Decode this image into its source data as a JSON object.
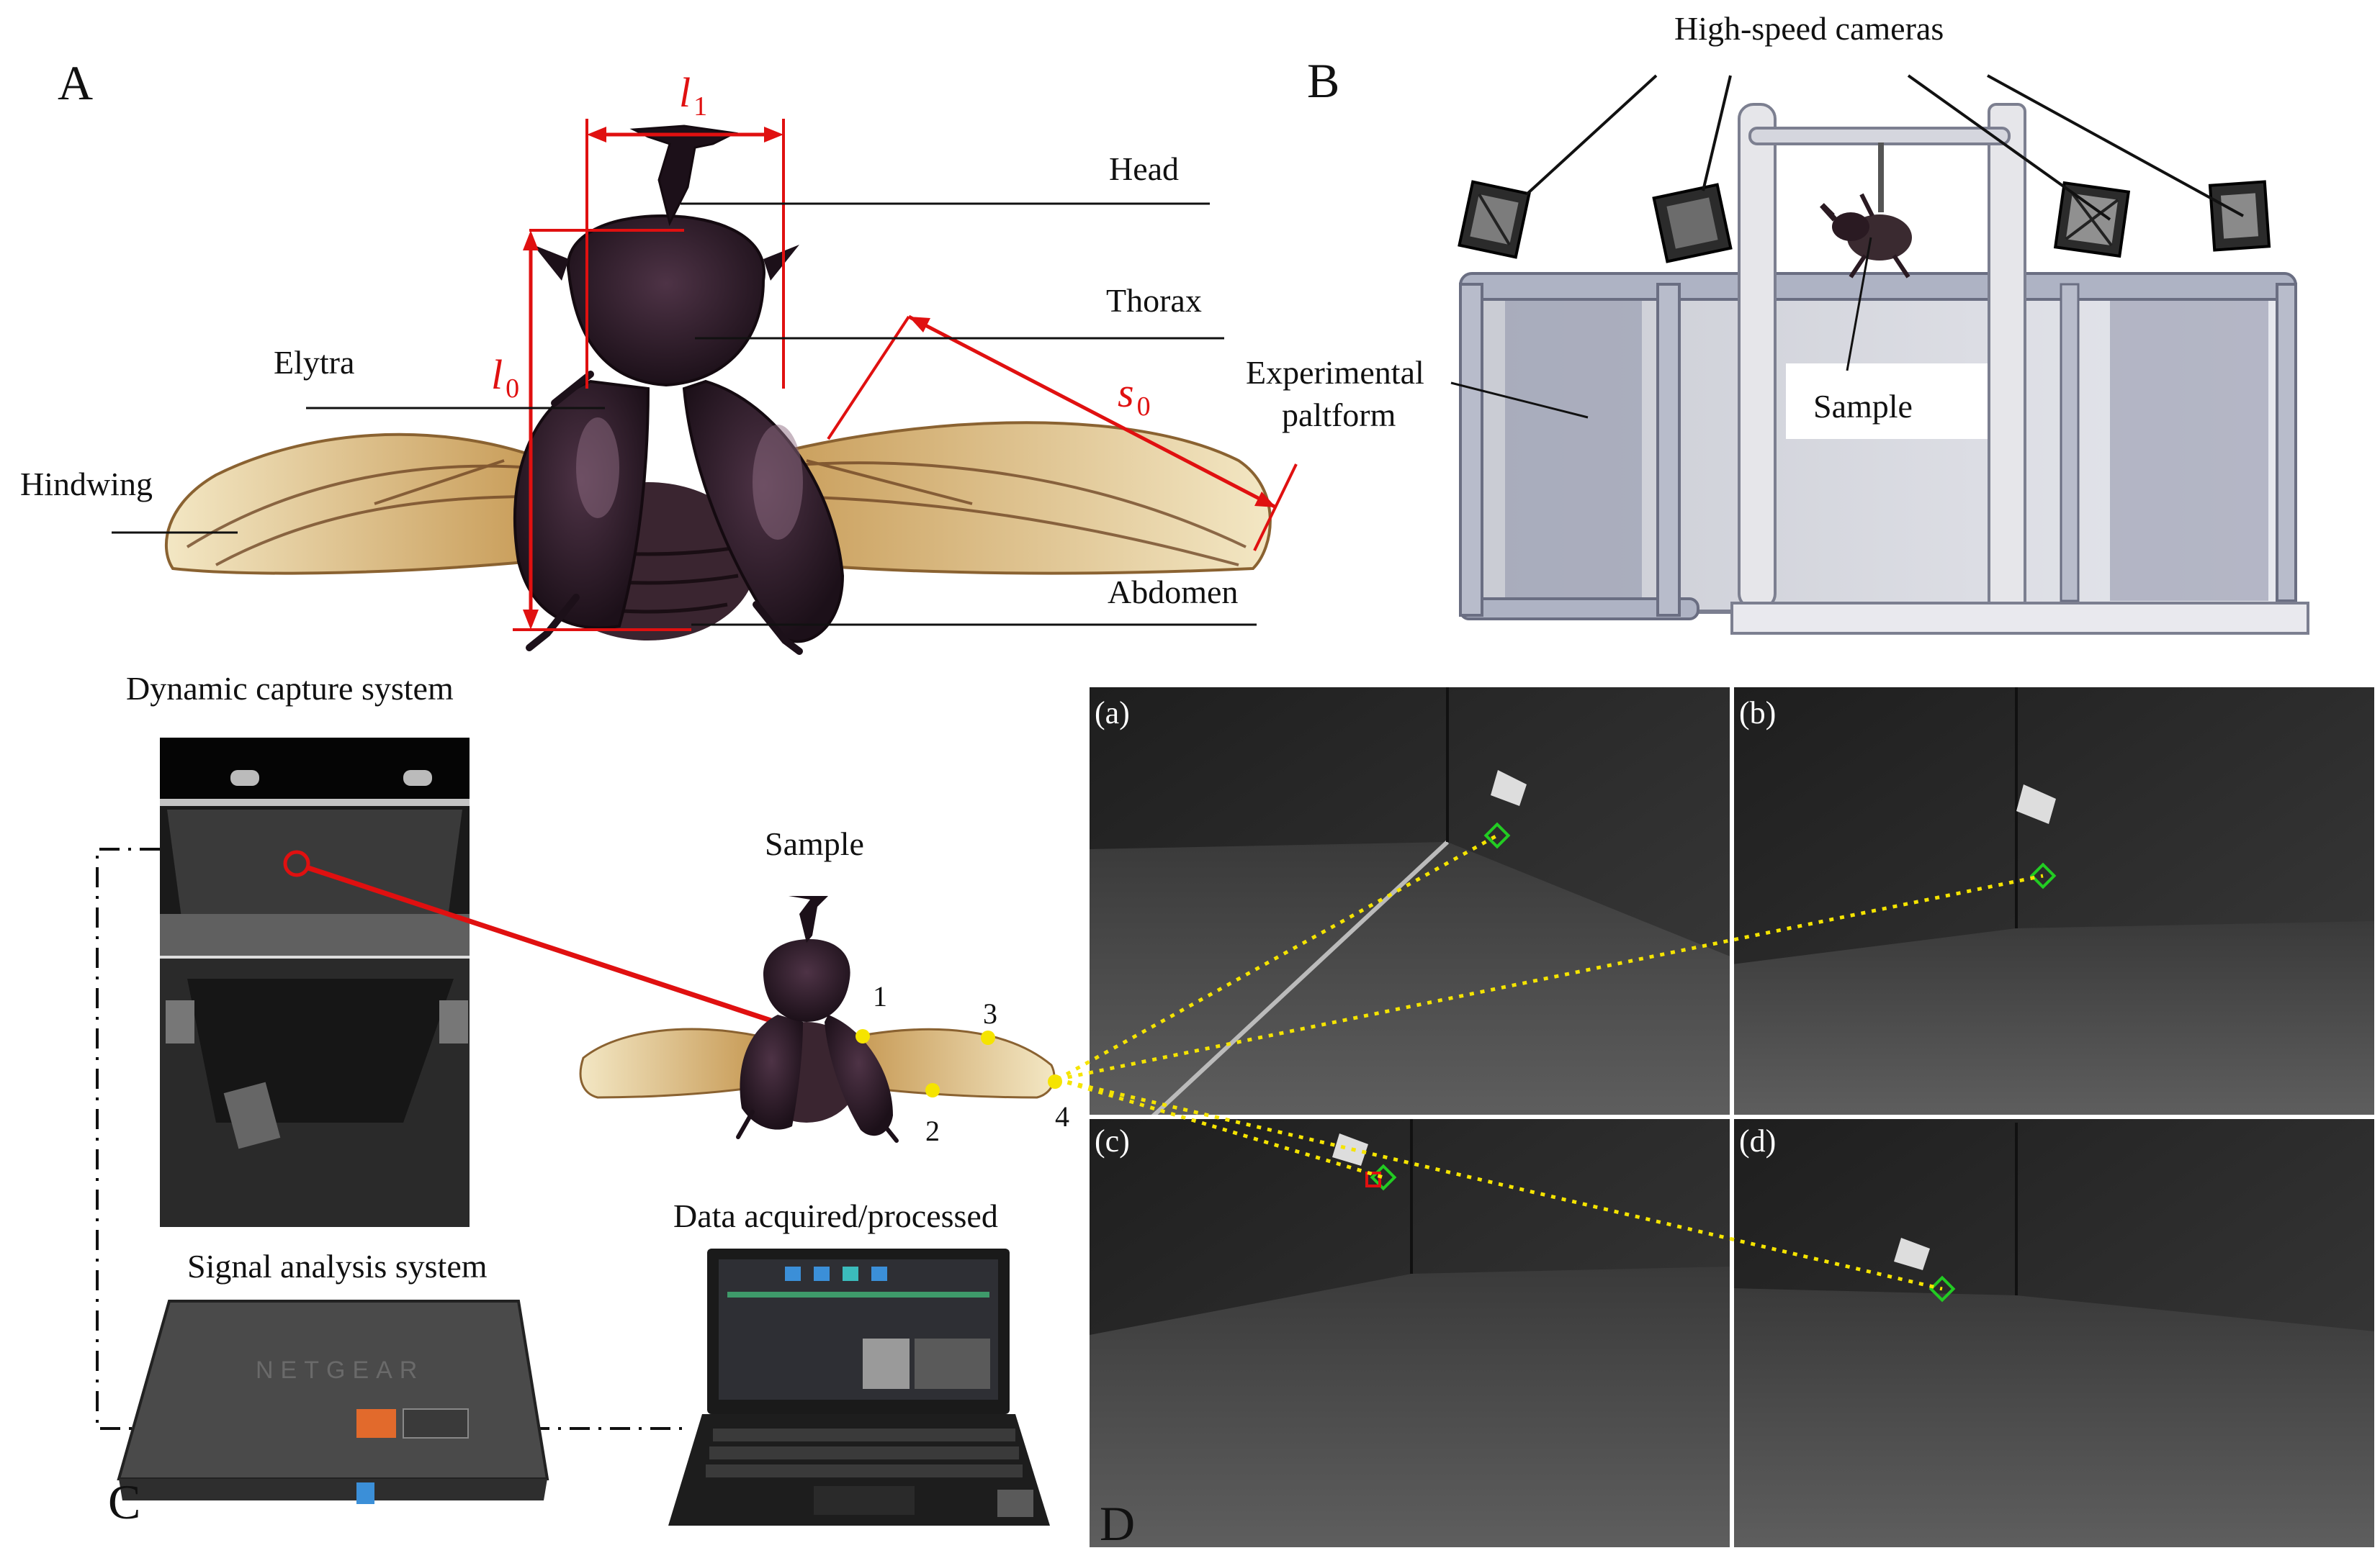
{
  "panels": {
    "a": "A",
    "b": "B",
    "c": "C",
    "d": "D"
  },
  "beetle_parts": {
    "head": "Head",
    "thorax": "Thorax",
    "elytra": "Elytra",
    "hindwing": "Hindwing",
    "abdomen": "Abdomen"
  },
  "dimensions": {
    "l1": {
      "symbol": "l",
      "sub": "1"
    },
    "l0": {
      "symbol": "l",
      "sub": "0"
    },
    "s0": {
      "symbol": "s",
      "sub": "0"
    }
  },
  "setup": {
    "cameras": "High-speed cameras",
    "platform_line1": "Experimental",
    "platform_line2": "paltform",
    "sample": "Sample"
  },
  "capture": {
    "dynamic_capture": "Dynamic capture system",
    "sample": "Sample",
    "signal_analysis": "Signal analysis system",
    "data": "Data acquired/processed",
    "router_brand": "NETGEAR",
    "markers": [
      "1",
      "2",
      "3",
      "4"
    ]
  },
  "views": [
    "(a)",
    "(b)",
    "(c)",
    "(d)"
  ],
  "colors": {
    "dimension": "#e01010",
    "marker": "#f5e400",
    "tracker": "#22cc22",
    "wing": "#e9d7a8",
    "beetle": "#2b1a26"
  }
}
